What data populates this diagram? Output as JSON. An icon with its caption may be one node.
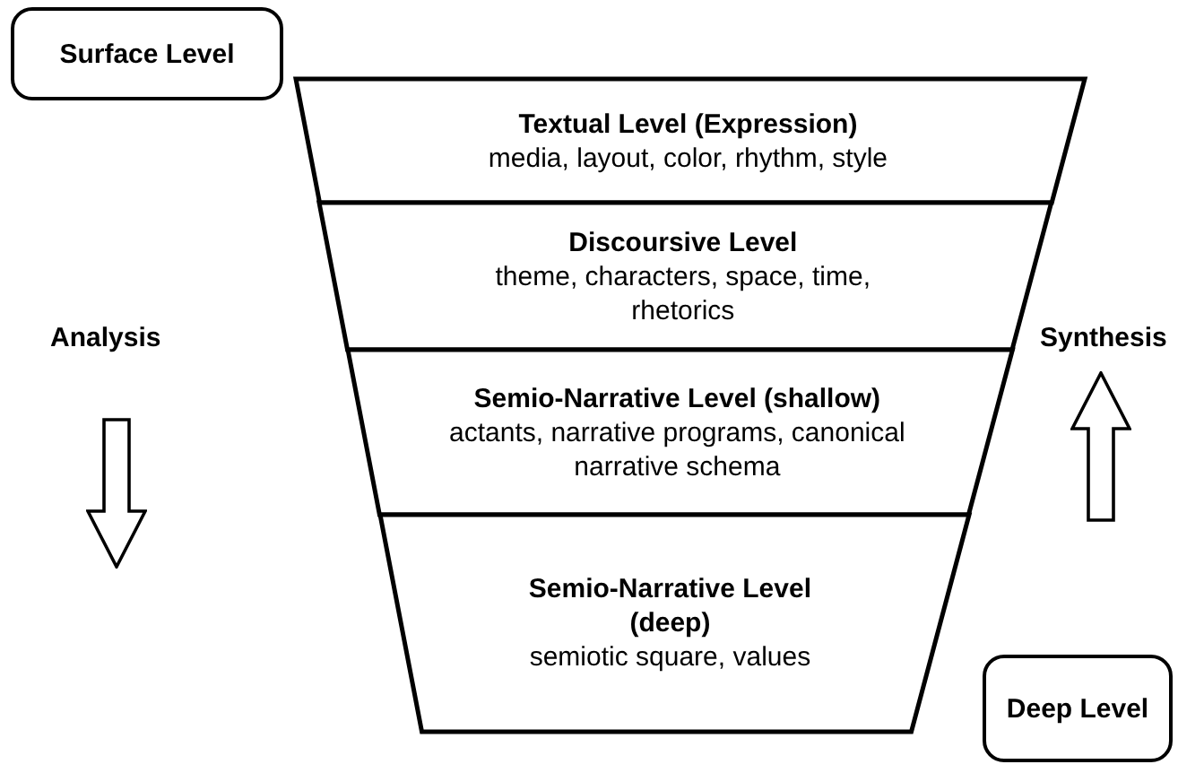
{
  "diagram": {
    "nodes": [
      {
        "text": [
          "Surface Level"
        ]
      },
      {
        "text": [
          "Textual Level (Expression)",
          "media, layout, color, rhythm, style"
        ]
      },
      {
        "text": [
          "Discoursive Level",
          "theme, characters, space, time, rhetorics"
        ]
      },
      {
        "text": [
          "Semio-Narrative Level (shallow)",
          "actants, narrative programs, canonical narrative schema"
        ]
      },
      {
        "text": [
          "Semio-Narrative Level (deep)",
          "semiotic square, values"
        ]
      },
      {
        "text": [
          "Deep Level"
        ]
      }
    ],
    "edges": [],
    "labels": [
      "Analysis",
      "Synthesis"
    ]
  }
}
